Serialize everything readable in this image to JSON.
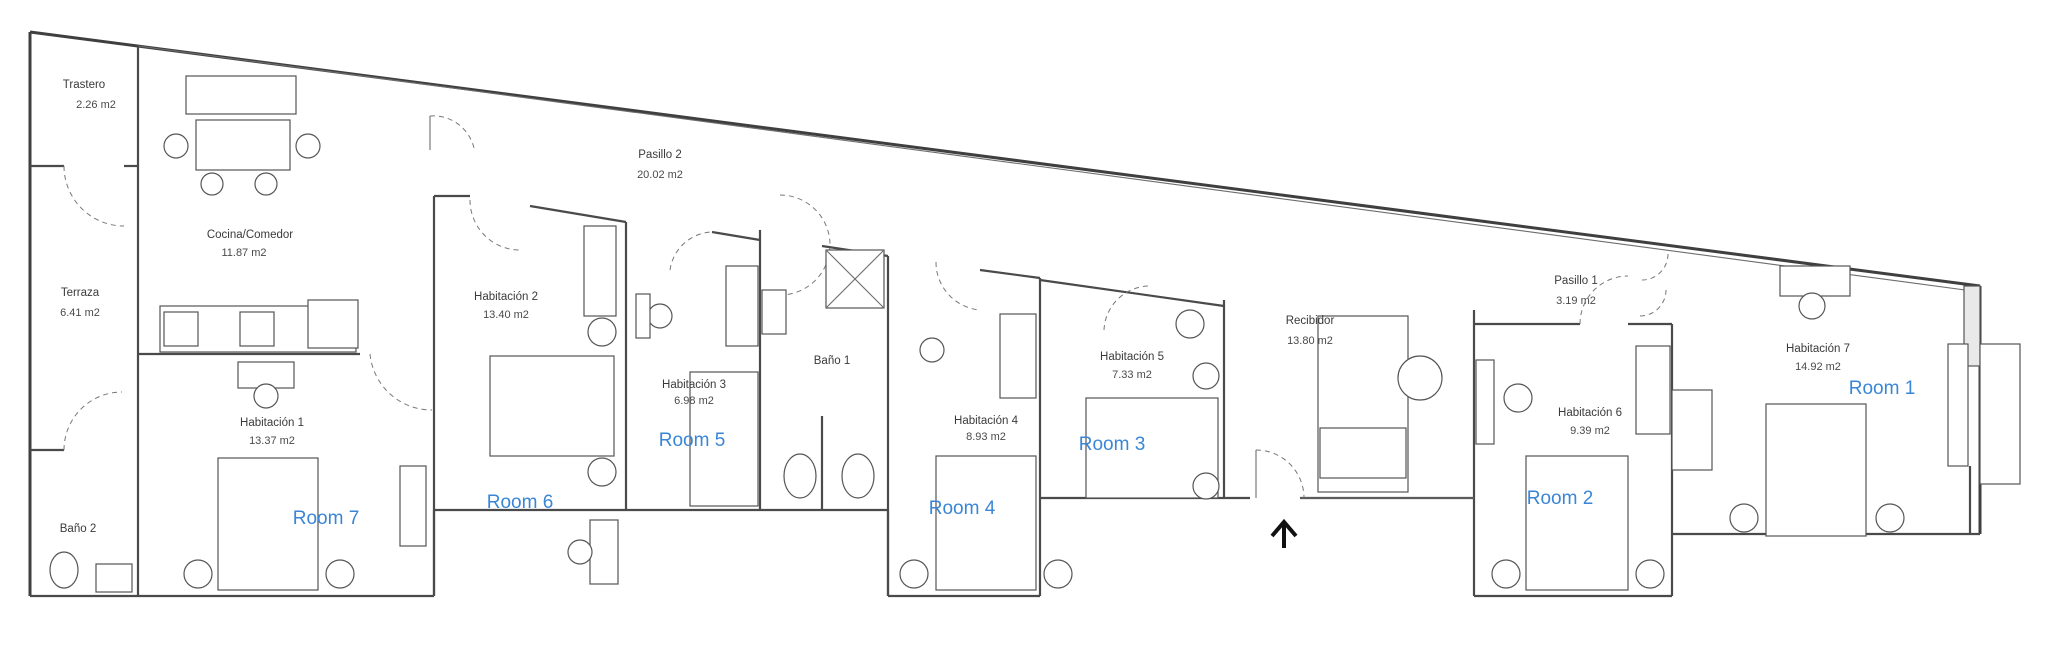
{
  "spaces": {
    "trastero": {
      "name": "Trastero",
      "area": "2.26 m2"
    },
    "cocina": {
      "name": "Cocina/Comedor",
      "area": "11.87 m2"
    },
    "terraza": {
      "name": "Terraza",
      "area": "6.41 m2"
    },
    "bano2": {
      "name": "Baño 2"
    },
    "hab1": {
      "name": "Habitación 1",
      "area": "13.37 m2"
    },
    "hab2": {
      "name": "Habitación 2",
      "area": "13.40 m2"
    },
    "pasillo2": {
      "name": "Pasillo 2",
      "area": "20.02 m2"
    },
    "hab3": {
      "name": "Habitación 3",
      "area": "6.98 m2"
    },
    "bano1": {
      "name": "Baño 1"
    },
    "hab4": {
      "name": "Habitación 4",
      "area": "8.93 m2"
    },
    "hab5": {
      "name": "Habitación 5",
      "area": "7.33 m2"
    },
    "recibidor": {
      "name": "Recibidor",
      "area": "13.80 m2"
    },
    "pasillo1": {
      "name": "Pasillo 1",
      "area": "3.19 m2"
    },
    "hab6": {
      "name": "Habitación 6",
      "area": "9.39 m2"
    },
    "hab7": {
      "name": "Habitación 7",
      "area": "14.92 m2"
    }
  },
  "room_labels": {
    "room1": "Room 1",
    "room2": "Room 2",
    "room3": "Room 3",
    "room4": "Room 4",
    "room5": "Room 5",
    "room6": "Room 6",
    "room7": "Room 7"
  },
  "colors": {
    "room_label": "#3a86d6",
    "wall": "#4a4a4a"
  },
  "icons": {
    "entrance": "arrow-up-icon"
  }
}
